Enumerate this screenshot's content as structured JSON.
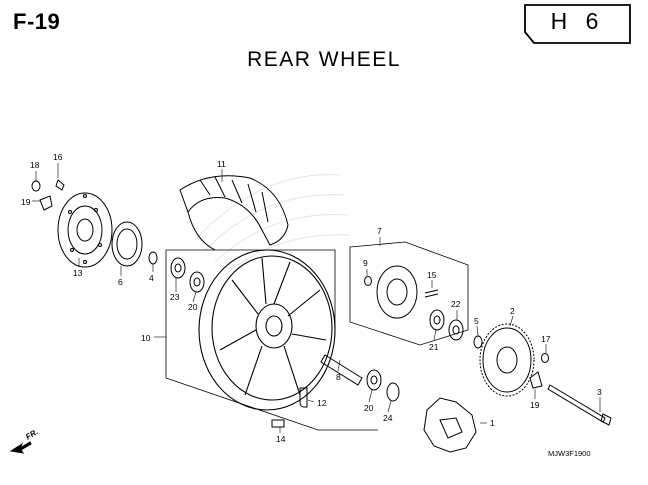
{
  "header": {
    "figure_code": "F-19",
    "title": "REAR WHEEL",
    "section": "H 6"
  },
  "footer": {
    "diagram_code": "MJW3F1900",
    "direction_label": "FR."
  },
  "callouts": [
    "18",
    "16",
    "19",
    "13",
    "11",
    "6",
    "4",
    "23",
    "20",
    "10",
    "7",
    "9",
    "15",
    "22",
    "21",
    "5",
    "2",
    "17",
    "19",
    "3",
    "8",
    "12",
    "14",
    "20",
    "24",
    "1"
  ]
}
